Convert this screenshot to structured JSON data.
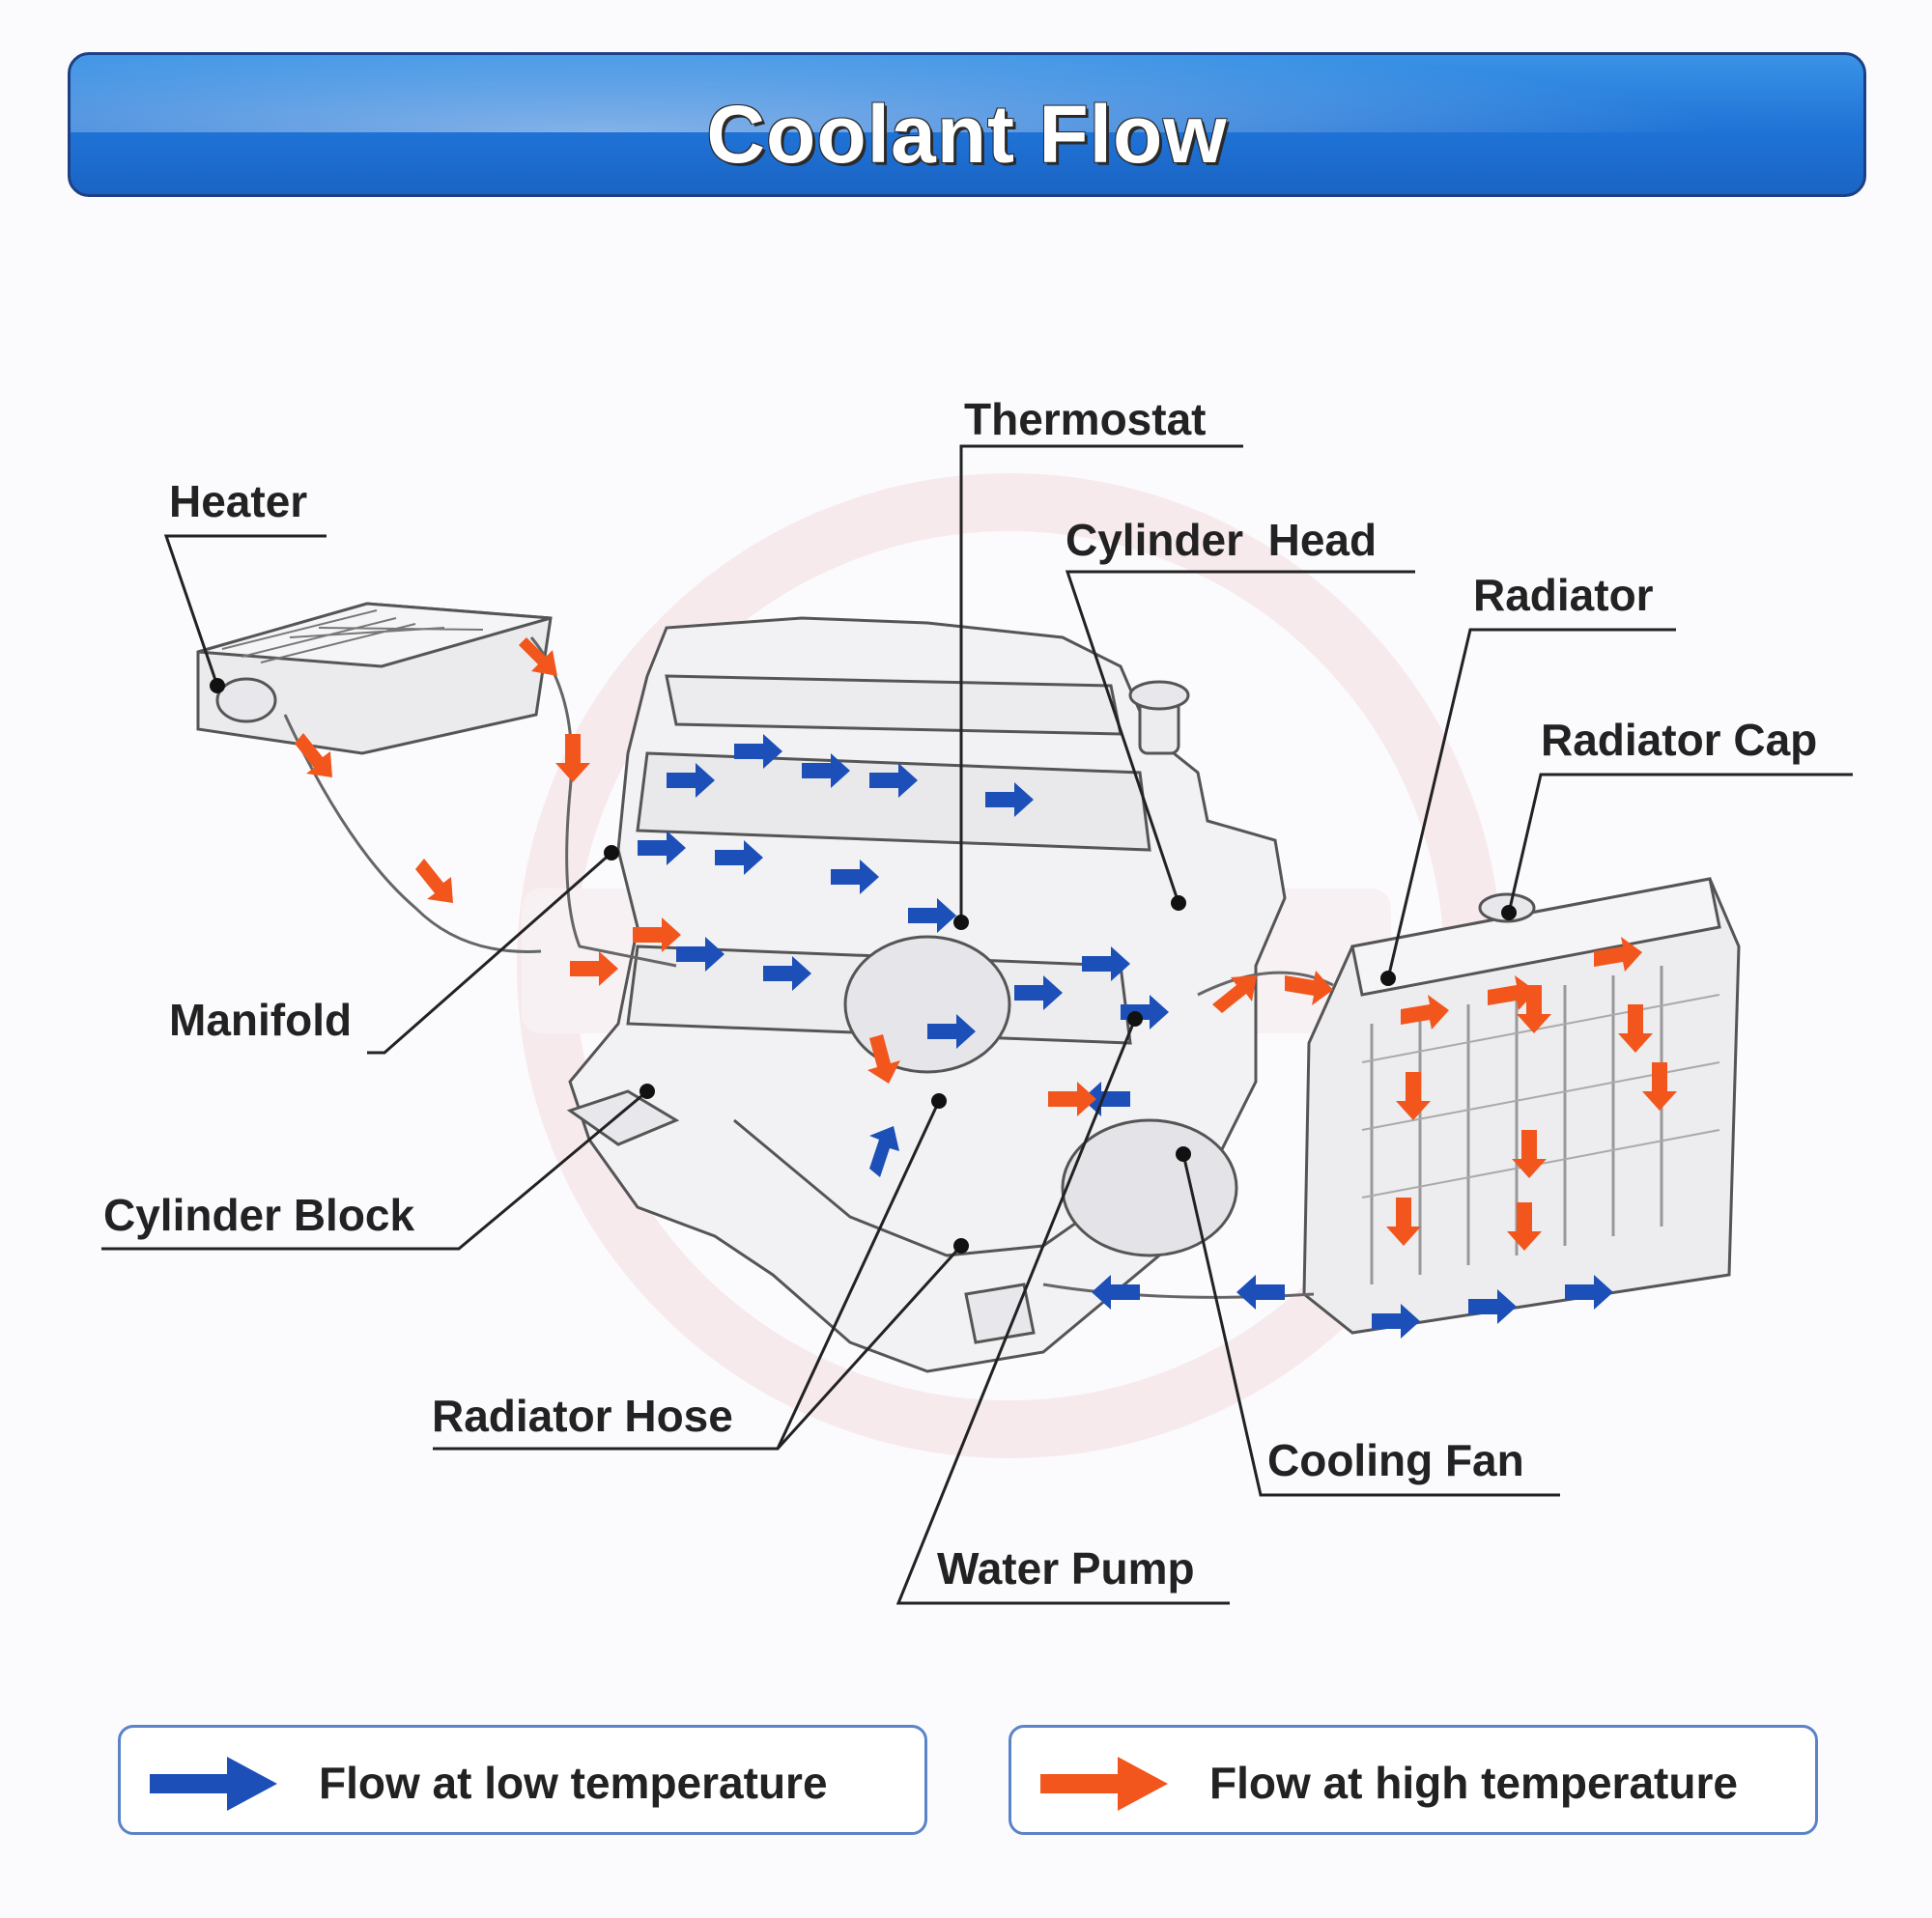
{
  "title": "Coolant Flow",
  "labels": {
    "thermostat": "Thermostat",
    "heater": "Heater",
    "cylinder_head": "Cylinder  Head",
    "radiator": "Radiator",
    "radiator_cap": "Radiator Cap",
    "manifold": "Manifold",
    "cylinder_block": "Cylinder Block",
    "radiator_hose": "Radiator Hose",
    "cooling_fan": "Cooling Fan",
    "water_pump": "Water Pump"
  },
  "legend": {
    "low": {
      "text": "Flow at low temperature",
      "color": "#1c4fb8"
    },
    "high": {
      "text": "Flow at high temperature",
      "color": "#f2561d"
    }
  }
}
